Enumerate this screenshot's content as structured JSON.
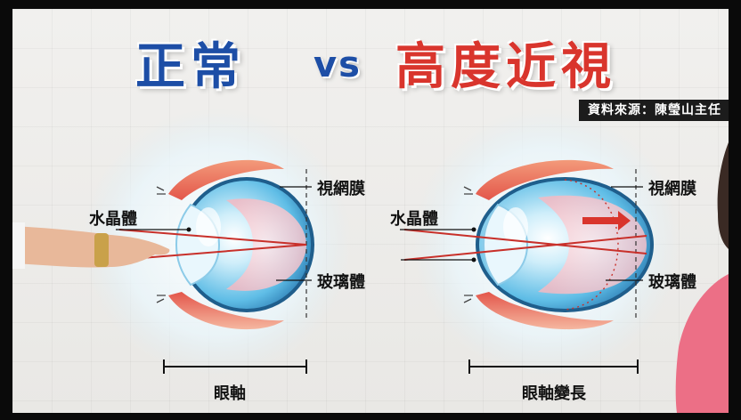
{
  "title": {
    "normal": "正常",
    "vs": "vs",
    "myopia": "高度近視"
  },
  "source": "資料來源：陳瑩山主任",
  "left_eye": {
    "lens_label": "水晶體",
    "retina_label": "視網膜",
    "vitreous_label": "玻璃體",
    "axis_label": "眼軸"
  },
  "right_eye": {
    "lens_label": "水晶體",
    "retina_label": "視網膜",
    "vitreous_label": "玻璃體",
    "axis_label": "眼軸變長"
  },
  "colors": {
    "normal_title": "#1d4ea6",
    "myopia_title": "#d9352d",
    "light_ray": "#c8302a",
    "sclera_red": "#e0574b",
    "eyeball_blue": "#6ec6ea"
  }
}
